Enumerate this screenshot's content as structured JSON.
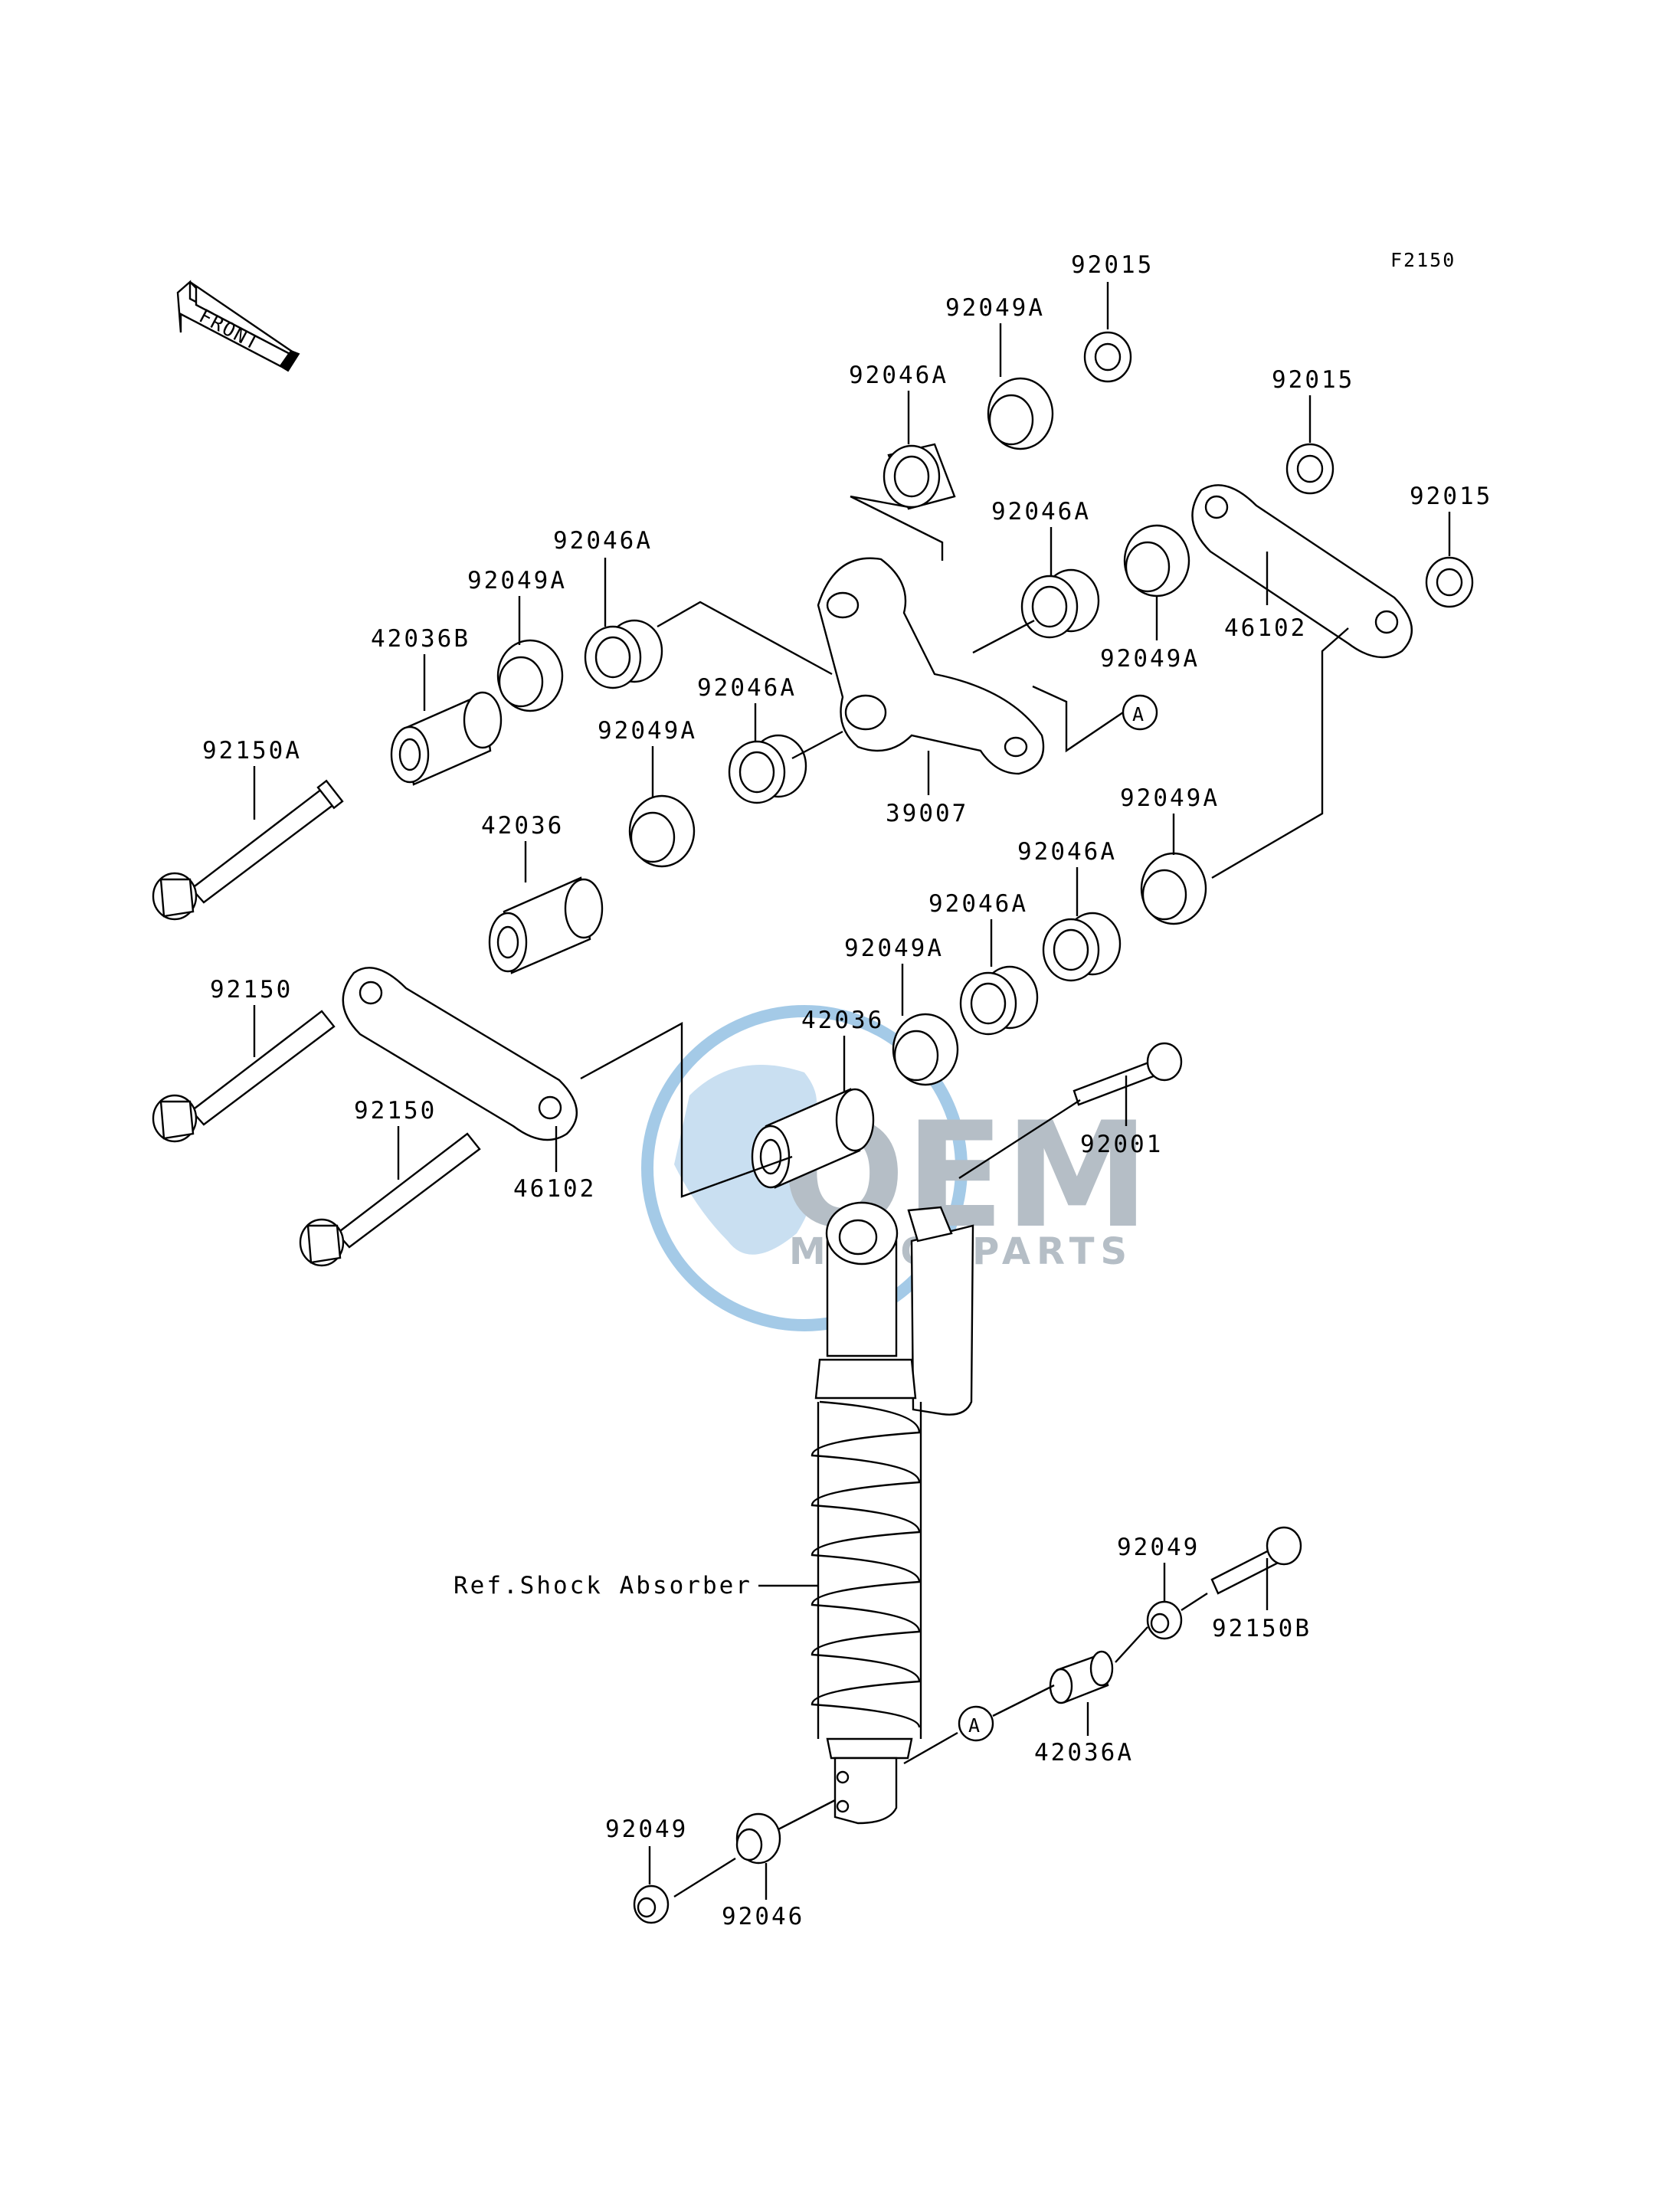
{
  "figure_code": "F2150",
  "front_label": "FRONT",
  "callout": "A",
  "labels": {
    "p92015_top": "92015",
    "p92049A_top": "92049A",
    "p92046A_top": "92046A",
    "p92015_mid": "92015",
    "p92015_right": "92015",
    "p92046A_center": "92046A",
    "p92046A_left": "92046A",
    "p92049A_left": "92049A",
    "p42036B": "42036B",
    "p46102_top": "46102",
    "p92049A_right": "92049A",
    "p92046A_below": "92046A",
    "p92049A_mid": "92049A",
    "p92150A": "92150A",
    "p39007": "39007",
    "p92049A_lower_right": "92049A",
    "p42036_left": "42036",
    "p92046A_lower": "92046A",
    "p92046A_lower2": "92046A",
    "p92049A_lower": "92049A",
    "p92150_upper": "92150",
    "p42036_center": "42036",
    "p92001": "92001",
    "p92150_lower": "92150",
    "p46102_bottom": "46102",
    "ref_shock": "Ref.Shock Absorber",
    "p92049_right": "92049",
    "p92150B": "92150B",
    "p42036A": "42036A",
    "p92049_bottom": "92049",
    "p92046_bottom": "92046"
  },
  "watermark": {
    "main": "OEM",
    "sub": "MOTORPARTS",
    "color": "#5a9fd4"
  }
}
